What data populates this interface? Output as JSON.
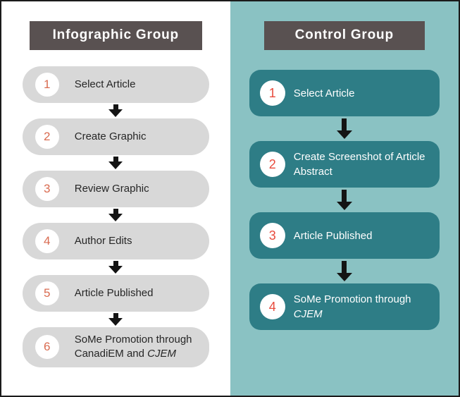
{
  "columns": [
    {
      "id": "infographic",
      "title": "Infographic Group",
      "steps": [
        {
          "num": "1",
          "text": "Select Article"
        },
        {
          "num": "2",
          "text": "Create Graphic"
        },
        {
          "num": "3",
          "text": "Review Graphic"
        },
        {
          "num": "4",
          "text": "Author Edits"
        },
        {
          "num": "5",
          "text": "Article Published"
        },
        {
          "num": "6",
          "text": "SoMe Promotion through CanadiEM and ",
          "italic": "CJEM"
        }
      ]
    },
    {
      "id": "control",
      "title": "Control Group",
      "steps": [
        {
          "num": "1",
          "text": "Select Article"
        },
        {
          "num": "2",
          "text": "Create Screenshot of Article Abstract"
        },
        {
          "num": "3",
          "text": "Article Published"
        },
        {
          "num": "4",
          "text": "SoMe Promotion through ",
          "italic": "CJEM"
        }
      ]
    }
  ],
  "colors": {
    "frame_border": "#1b1b1b",
    "header_bg": "#595151",
    "header_text": "#ffffff",
    "left_panel_bg": "#ffffff",
    "left_pill_bg": "#d8d8d8",
    "left_step_text": "#262626",
    "left_number": "#d96b50",
    "right_panel_bg": "#8ac2c3",
    "right_box_bg": "#2e7d86",
    "right_step_text": "#ffffff",
    "right_number": "#e84b3d",
    "badge_bg": "#ffffff",
    "arrow": "#141414"
  }
}
